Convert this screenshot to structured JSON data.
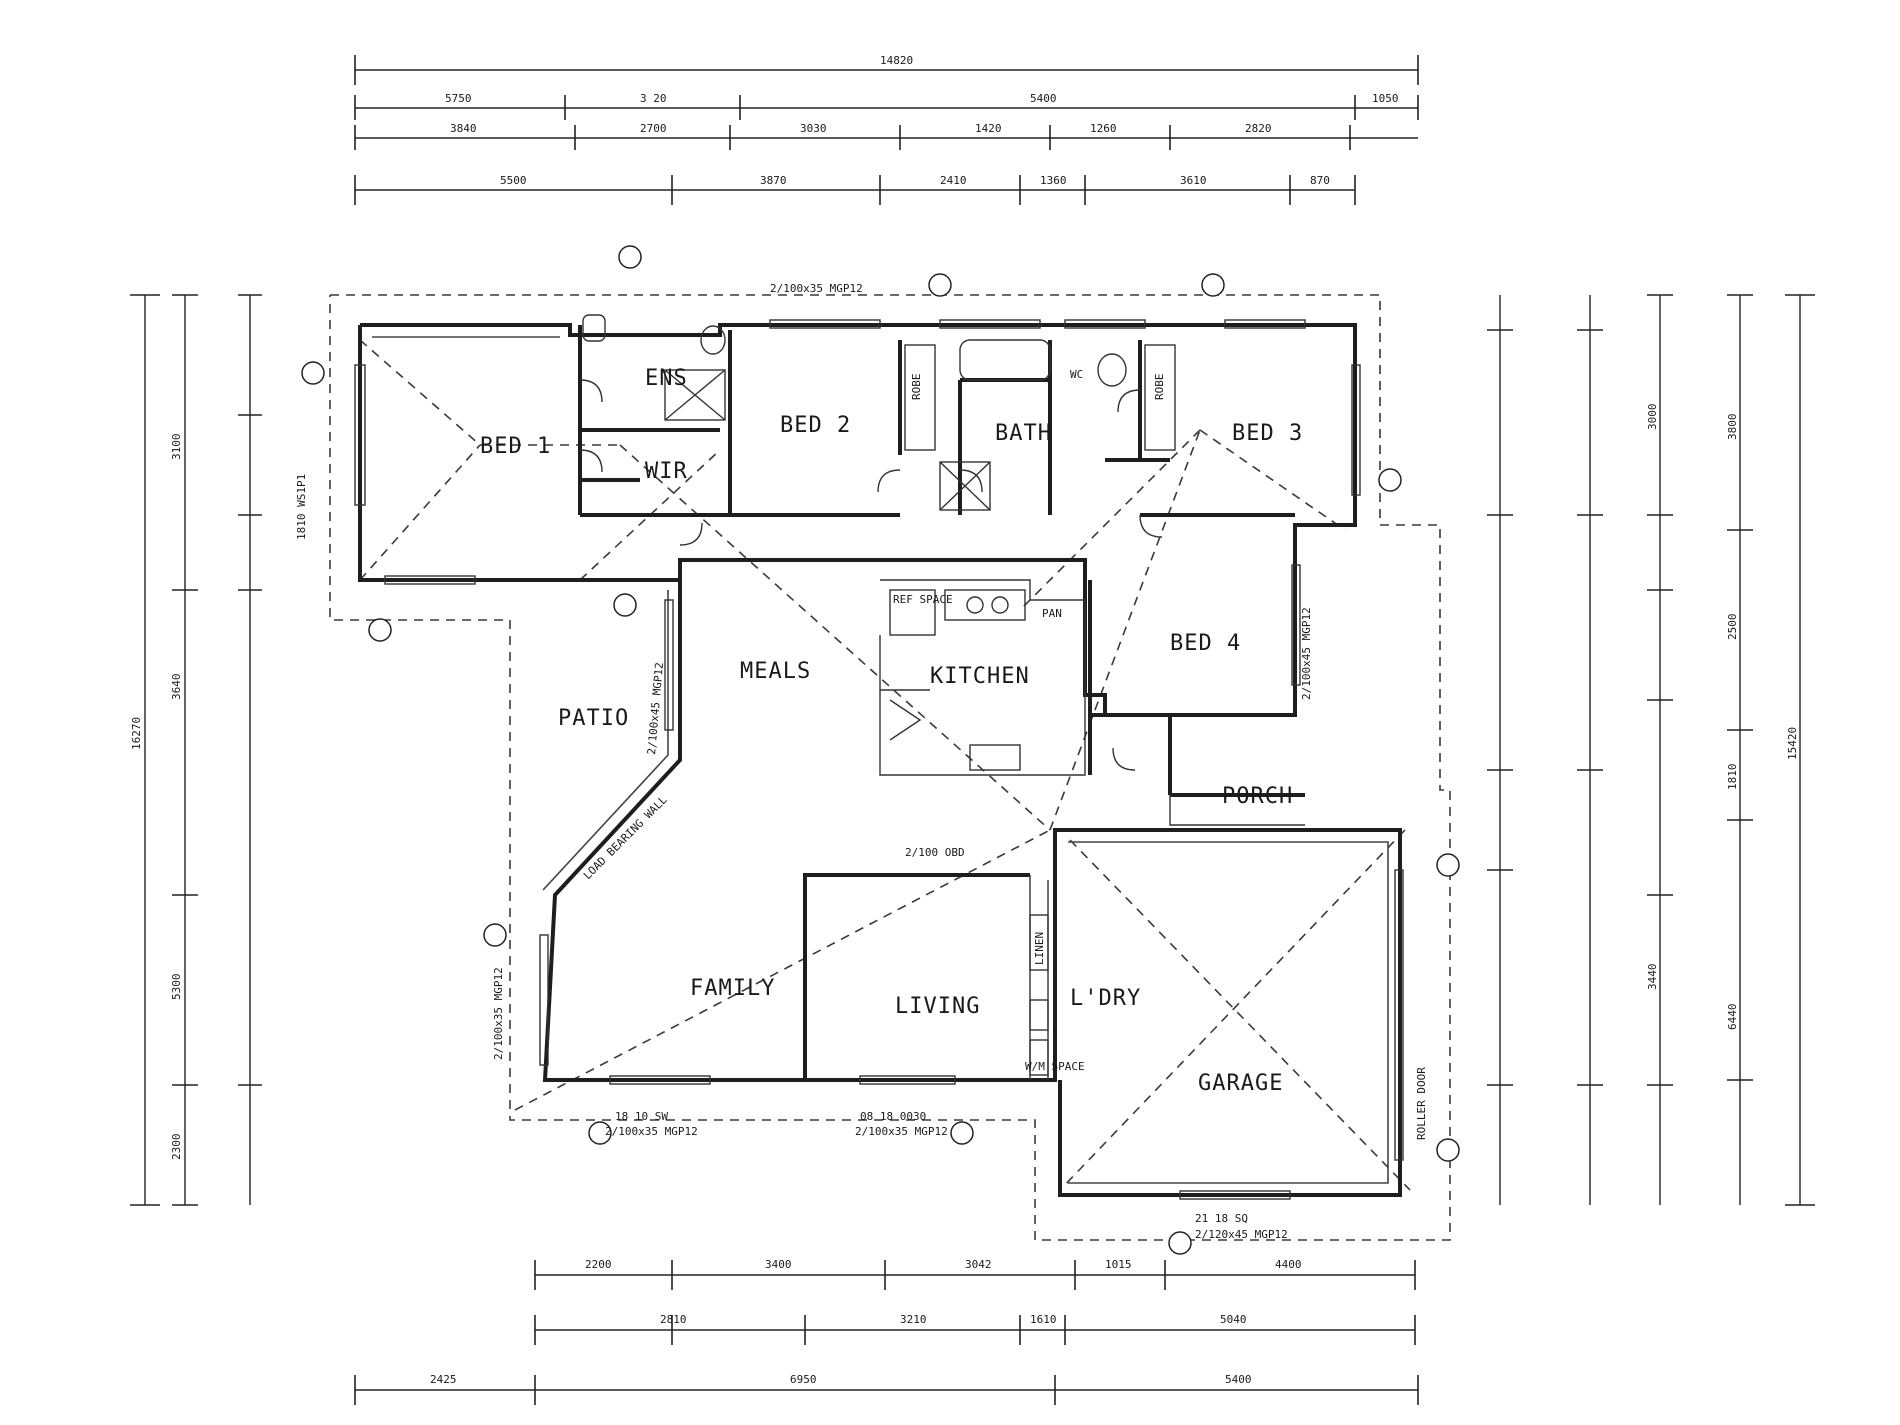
{
  "rooms": {
    "bed1": "BED 1",
    "ens": "ENS",
    "wir": "WIR",
    "bed2": "BED 2",
    "bath": "BATH",
    "wc": "WC",
    "bed3": "BED 3",
    "bed4": "BED 4",
    "meals": "MEALS",
    "kitchen": "KITCHEN",
    "patio": "PATIO",
    "family": "FAMILY",
    "living": "LIVING",
    "ldry": "L'DRY",
    "garage": "GARAGE",
    "porch": "PORCH",
    "pan": "PAN",
    "ref_space": "REF SPACE",
    "robe": "ROBE",
    "linen": "LINEN",
    "wm_space": "W/M SPACE"
  },
  "dimensions": {
    "top_overall": "14820",
    "top_row1": [
      "5750",
      "3 20",
      "5400",
      "1050"
    ],
    "top_row2": [
      "3840",
      "2700",
      "3030",
      "1420",
      "1260",
      "2820"
    ],
    "top_row3": [
      "5500",
      "3870",
      "2410",
      "1360",
      "3610",
      "870"
    ],
    "bottom_row1": [
      "2200",
      "3400",
      "3042",
      "1015",
      "4400"
    ],
    "bottom_row2": [
      "2810",
      "3210",
      "1610",
      "5040"
    ],
    "bottom_row3": [
      "2425",
      "6950",
      "5400"
    ],
    "left_overall": "16270",
    "left_rows": [
      "3100",
      "3640",
      "5300",
      "2300"
    ],
    "right_overall": "15420",
    "right_rows": [
      "3800",
      "2500",
      "3000",
      "1810",
      "3440",
      "6440"
    ]
  },
  "notes": {
    "patio_beam": "2/100x45 MGP12",
    "load_bearing": "LOAD BEARING WALL",
    "family_opening": "2/100x35 MGP12",
    "living_opening": "2/100x35 MGP12",
    "garage_door": "2/120x45 MGP12",
    "opening_living": "2/100 OBD",
    "window_bed1": "1810 WS1P1",
    "window_family1": "18 10 SW",
    "window_living": "08 18 0030",
    "garage_front": "21 18 SQ",
    "roller_door": "ROLLER DOOR"
  }
}
